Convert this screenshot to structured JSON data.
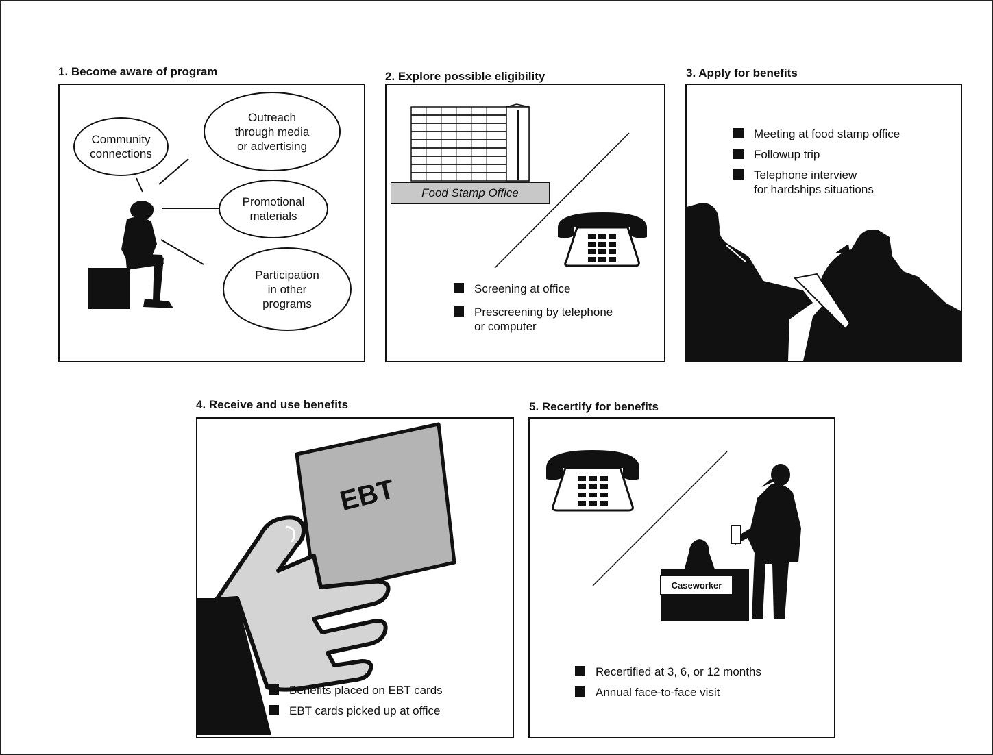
{
  "steps": [
    {
      "title": "1. Become aware of program",
      "bubbles": [
        "Community\nconnections",
        "Outreach\nthrough media\nor advertising",
        "Promotional\nmaterials",
        "Participation\nin other\nprograms"
      ]
    },
    {
      "title": "2. Explore possible eligibility",
      "office_label": "Food Stamp Office",
      "bullets": [
        "Screening at office",
        "Prescreening by  telephone\nor computer"
      ]
    },
    {
      "title": "3. Apply for benefits",
      "bullets": [
        "Meeting at food stamp office",
        "Followup trip",
        "Telephone interview\nfor hardships situations"
      ]
    },
    {
      "title": "4. Receive and use benefits",
      "card_text": "EBT",
      "bullets": [
        "Benefits placed on EBT cards",
        "EBT cards picked up at office"
      ]
    },
    {
      "title": "5. Recertify for benefits",
      "desk_label": "Caseworker",
      "bullets": [
        "Recertified at 3, 6, or 12 months",
        "Annual face-to-face visit"
      ]
    }
  ],
  "icons": [
    "thinking-person-icon",
    "office-building-icon",
    "telephone-icon",
    "two-people-meeting-icon",
    "hand-holding-card-icon",
    "caseworker-desk-icon"
  ],
  "colors": {
    "ink": "#111111",
    "card_gray": "#b4b4b4",
    "office_label_gray": "#c8c8c8",
    "glove_gray": "#d4d4d4"
  }
}
